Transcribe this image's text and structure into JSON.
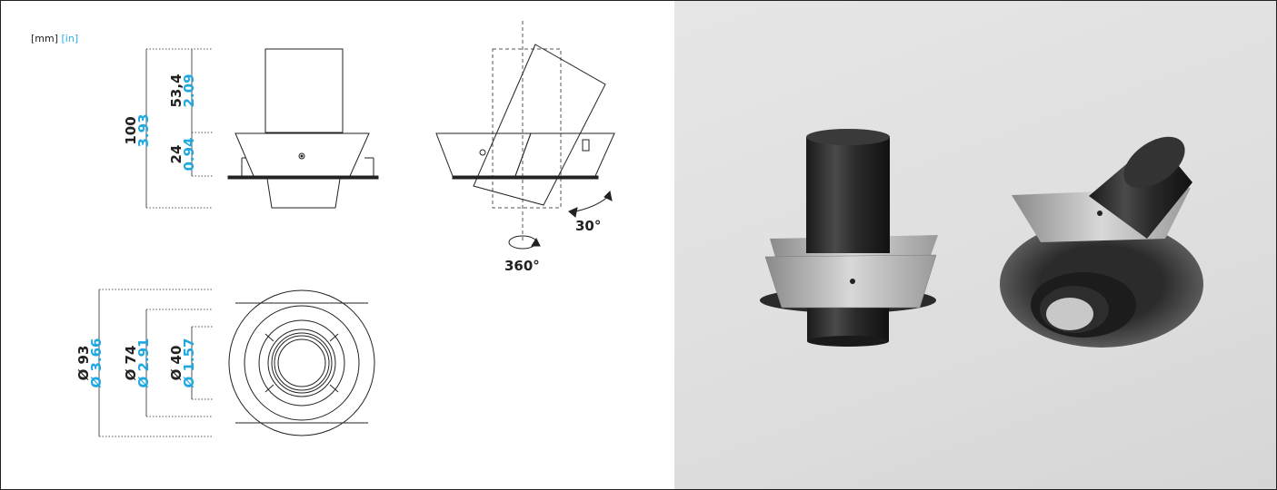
{
  "units": {
    "mm": "[mm]",
    "in": "[in]"
  },
  "side_view": {
    "total": {
      "mm": "100",
      "in": "3.93"
    },
    "upper": {
      "mm": "53,4",
      "in": "2.09"
    },
    "lower": {
      "mm": "24",
      "in": "0.94"
    }
  },
  "tilt_view": {
    "tilt_angle": "30°",
    "rotation_angle": "360°"
  },
  "top_view": {
    "outer": {
      "mm": "Ø 93",
      "in": "Ø 3.66"
    },
    "middle": {
      "mm": "Ø 74",
      "in": "Ø 2.91"
    },
    "inner": {
      "mm": "Ø 40",
      "in": "Ø 1.57"
    }
  },
  "colors": {
    "imperial": "#1fa8e0",
    "metric": "#222222",
    "photo_bg": "#e0e0e0"
  }
}
